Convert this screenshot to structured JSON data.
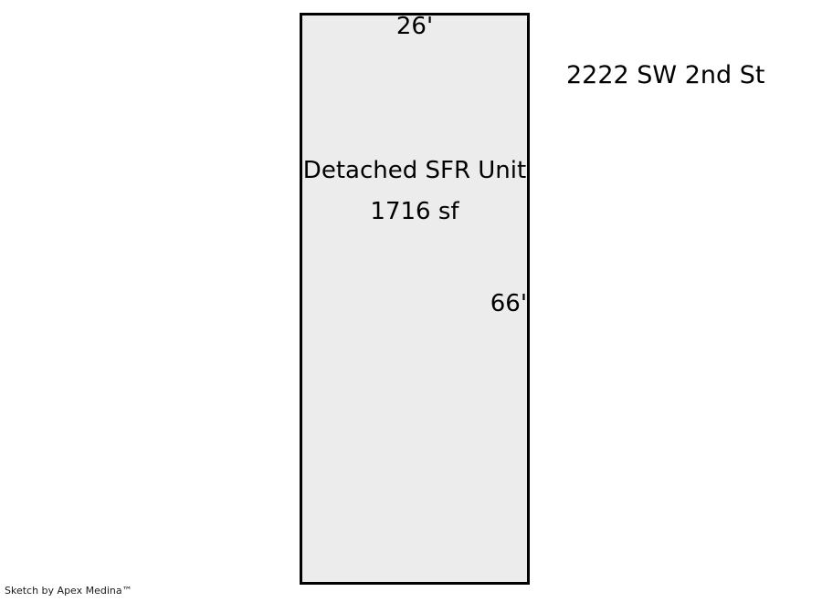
{
  "sketch": {
    "address": "2222 SW 2nd St",
    "unit": {
      "label": "Detached SFR Unit",
      "area": "1716 sf",
      "width_dim": "26'",
      "depth_dim": "66'"
    },
    "attribution": "Sketch by Apex Medina™",
    "colors": {
      "footprint_fill": "#ececec",
      "footprint_border": "#000000",
      "text": "#000000"
    }
  }
}
